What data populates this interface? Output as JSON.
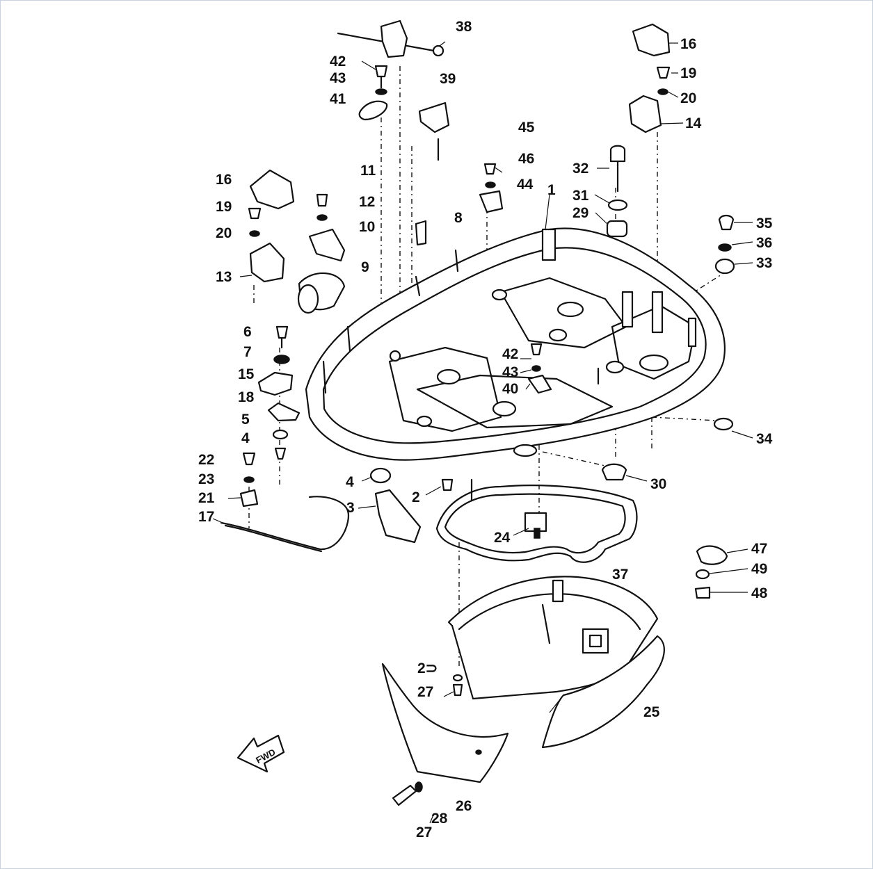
{
  "top_caption": "",
  "fwd_label": "FWD",
  "labels": {
    "l1": "1",
    "l2": "2",
    "l3": "3",
    "l4a": "4",
    "l4b": "4",
    "l5": "5",
    "l6": "6",
    "l7": "7",
    "l8": "8",
    "l9": "9",
    "l10": "10",
    "l11": "11",
    "l12": "12",
    "l13": "13",
    "l14": "14",
    "l15": "15",
    "l16a": "16",
    "l16b": "16",
    "l17": "17",
    "l18": "18",
    "l19a": "19",
    "l19b": "19",
    "l20a": "20",
    "l20b": "20",
    "l21": "21",
    "l22": "22",
    "l23": "23",
    "l24": "24",
    "l25": "25",
    "l26": "26",
    "l27a": "27",
    "l27b": "27",
    "l28": "28",
    "l29": "29",
    "l30": "30",
    "l31": "31",
    "l32": "32",
    "l33": "33",
    "l34": "34",
    "l35": "35",
    "l36": "36",
    "l37": "37",
    "l38": "38",
    "l39": "39",
    "l40": "40",
    "l41": "41",
    "l42a": "42",
    "l42b": "42",
    "l43a": "43",
    "l43b": "43",
    "l44": "44",
    "l45": "45",
    "l46": "46",
    "l47": "47",
    "l48": "48",
    "l49": "49",
    "l2x": "2⊃"
  }
}
